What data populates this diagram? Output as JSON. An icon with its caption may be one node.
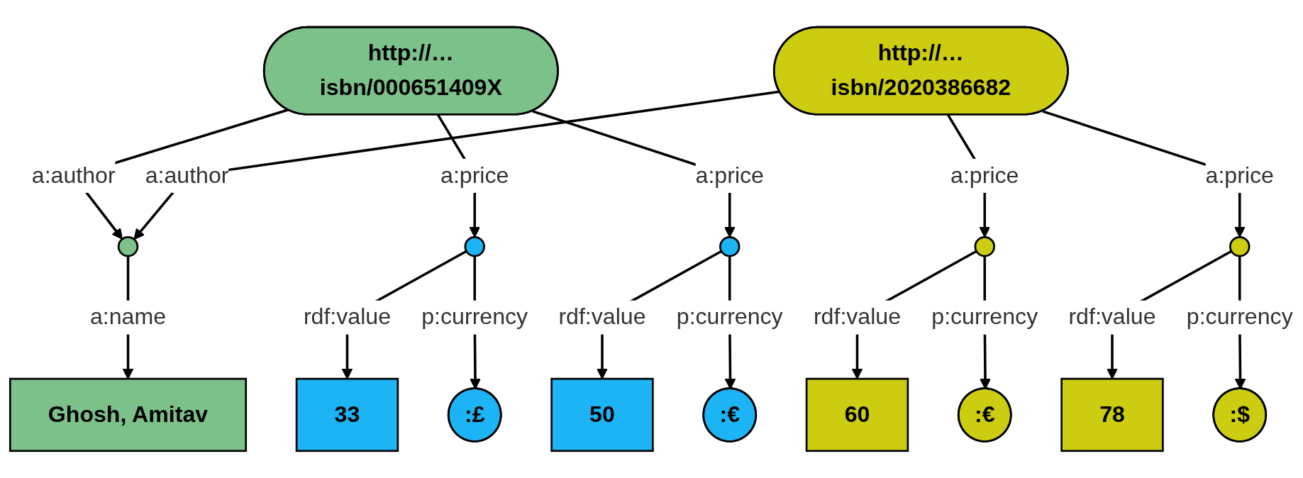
{
  "diagram": {
    "nodes": [
      {
        "text": [],
        "shape": "ellipse"
      },
      {
        "text": [
          "Ghosh, Amitav"
        ]
      },
      {
        "text": [
          "http://…isbn/000651409X"
        ]
      },
      {
        "text": [
          "http://…isbn/2020386682"
        ]
      },
      {
        "text": [],
        "shape": "ellipse"
      },
      {
        "text": [],
        "shape": "ellipse"
      },
      {
        "text": [],
        "shape": "ellipse"
      },
      {
        "text": [],
        "shape": "ellipse"
      },
      {
        "text": [
          "33"
        ]
      },
      {
        "text": [
          ":£"
        ]
      },
      {
        "text": [
          "50"
        ]
      },
      {
        "text": [
          ":€"
        ]
      },
      {
        "text": [
          "60"
        ]
      },
      {
        "text": [
          ":€"
        ]
      },
      {
        "text": [
          "78"
        ]
      },
      {
        "text": [
          ":$"
        ]
      }
    ],
    "edges": [
      {
        "from": 0,
        "to": 1,
        "arrow": "to",
        "label": "a:name"
      },
      {
        "from": 2,
        "to": 0,
        "arrow": "to",
        "label": "a:author"
      },
      {
        "from": 3,
        "to": 0,
        "arrow": "to",
        "label": "a:author"
      },
      {
        "from": 2,
        "to": 4,
        "arrow": "to",
        "label": "a:price"
      },
      {
        "from": 2,
        "to": 5,
        "arrow": "to",
        "label": "a:price"
      },
      {
        "from": 3,
        "to": 6,
        "arrow": "to",
        "label": "a:price"
      },
      {
        "from": 3,
        "to": 7,
        "arrow": "to",
        "label": "a:price"
      },
      {
        "from": 4,
        "to": 8,
        "arrow": "to",
        "label": "rdf:value"
      },
      {
        "from": 4,
        "to": 9,
        "arrow": "to",
        "label": "p:currency"
      },
      {
        "from": 5,
        "to": 10,
        "arrow": "to",
        "label": "rdf:value"
      },
      {
        "from": 5,
        "to": 11,
        "arrow": "to",
        "label": "p:currency"
      },
      {
        "from": 6,
        "to": 12,
        "arrow": "to",
        "label": "rdf:value"
      },
      {
        "from": 6,
        "to": 13,
        "arrow": "to",
        "label": "p:currency"
      },
      {
        "from": 7,
        "to": 14,
        "arrow": "to",
        "label": "rdf:value"
      },
      {
        "from": 7,
        "to": 15,
        "arrow": "to",
        "label": "p:currency"
      }
    ]
  }
}
